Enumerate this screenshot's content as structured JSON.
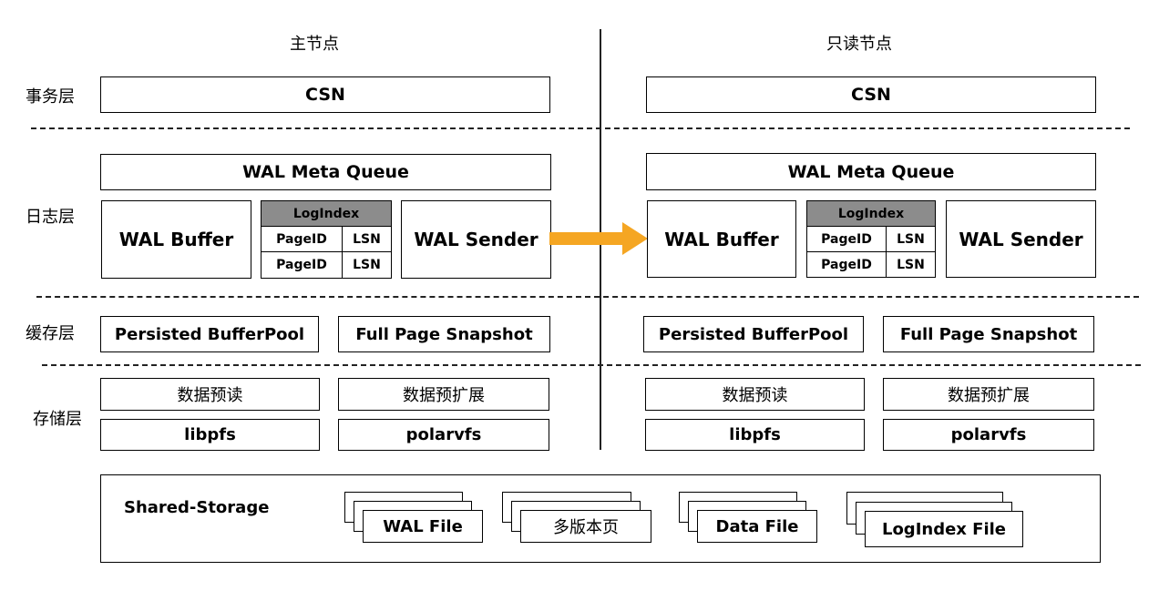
{
  "columns": {
    "primary_title": "主节点",
    "replica_title": "只读节点"
  },
  "layers": {
    "transaction": "事务层",
    "log": "日志层",
    "cache": "缓存层",
    "storage": "存储层"
  },
  "primary": {
    "csn": "CSN",
    "wal_meta_queue": "WAL Meta Queue",
    "wal_buffer": "WAL Buffer",
    "logindex": {
      "title": "LogIndex",
      "rows": [
        {
          "page": "PageID",
          "lsn": "LSN"
        },
        {
          "page": "PageID",
          "lsn": "LSN"
        }
      ]
    },
    "wal_sender": "WAL Sender",
    "persisted_bufferpool": "Persisted BufferPool",
    "full_page_snapshot": "Full Page Snapshot",
    "prefetch": "数据预读",
    "prefetch_extend": "数据预扩展",
    "libpfs": "libpfs",
    "polarvfs": "polarvfs"
  },
  "replica": {
    "csn": "CSN",
    "wal_meta_queue": "WAL Meta Queue",
    "wal_buffer": "WAL Buffer",
    "logindex": {
      "title": "LogIndex",
      "rows": [
        {
          "page": "PageID",
          "lsn": "LSN"
        },
        {
          "page": "PageID",
          "lsn": "LSN"
        }
      ]
    },
    "wal_sender": "WAL Sender",
    "persisted_bufferpool": "Persisted BufferPool",
    "full_page_snapshot": "Full Page Snapshot",
    "prefetch": "数据预读",
    "prefetch_extend": "数据预扩展",
    "libpfs": "libpfs",
    "polarvfs": "polarvfs"
  },
  "shared_storage": {
    "label": "Shared-Storage",
    "files": [
      "WAL File",
      "多版本页",
      "Data File",
      "LogIndex File"
    ]
  },
  "colors": {
    "arrow": "#f5a623",
    "logindex_header": "#8c8c8c"
  }
}
